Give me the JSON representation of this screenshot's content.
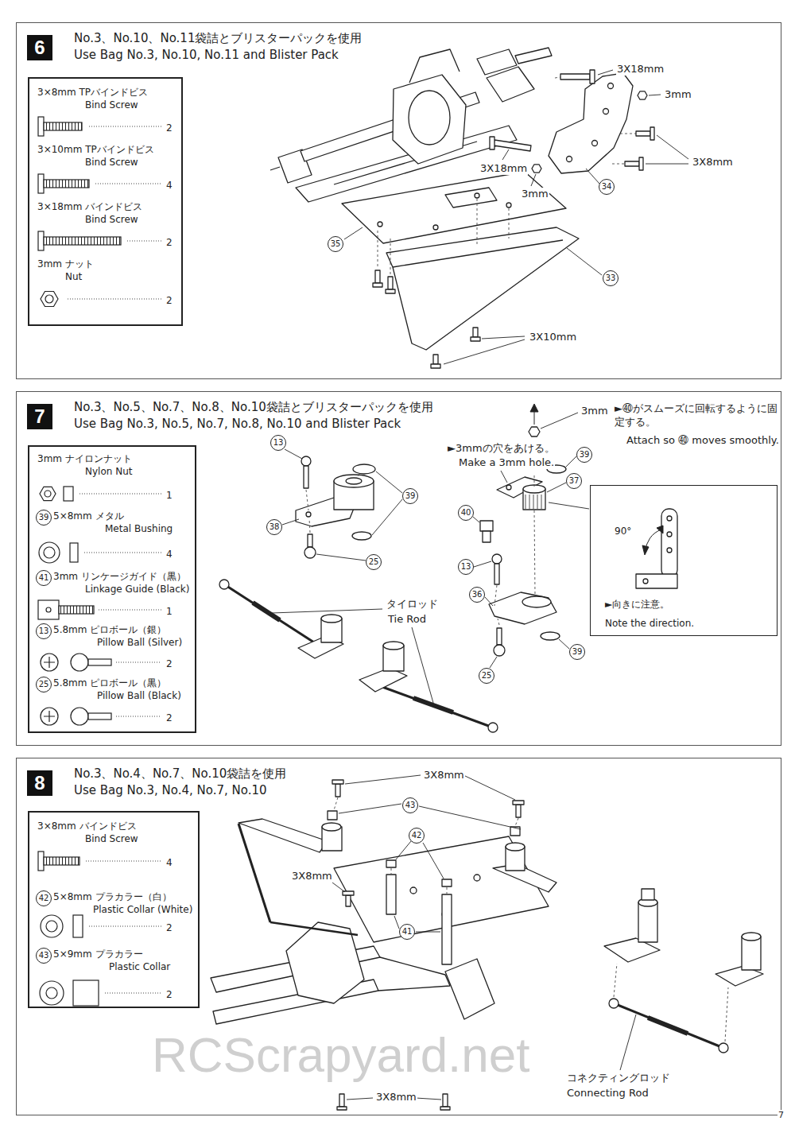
{
  "diagram": {
    "nodes": [
      {
        "text": [
          "No.3、No.10、No.11袋詰とブリスターパックを使用",
          "Use Bag No.3, No.10, No.11 and Blister Pack"
        ]
      },
      {
        "text": [
          "6"
        ],
        "in": 0
      },
      {
        "text": [
          "3×8mm TPバインドビス",
          "Bind Screw",
          "2",
          "3×10mm TPバインドビス",
          "Bind Screw",
          "4",
          "3×18mm バインドビス",
          "Bind Screw",
          "2",
          "3mm ナット",
          "Nut",
          "2"
        ],
        "in": 0
      },
      {
        "text": [
          "No.3、No.5、No.7、No.8、No.10袋詰とブリスターパックを使用",
          "Use Bag No.3, No.5, No.7, No.8, No.10 and Blister Pack"
        ]
      },
      {
        "text": [
          "7"
        ],
        "in": 3
      },
      {
        "text": [
          "3mm ナイロンナット",
          "Nylon Nut",
          "1",
          "39",
          "5×8mm メタル",
          "Metal Bushing",
          "4",
          "41",
          "3mm リンケージガイド（黒）",
          "Linkage Guide (Black)",
          "1",
          "13",
          "5.8mm ピロボール（銀）",
          "Pillow Ball (Silver)",
          "2",
          "25",
          "5.8mm ピロボール（黒）",
          "Pillow Ball (Black)",
          "2"
        ],
        "in": 3
      },
      {
        "text": [
          "90°",
          "►向きに注意。",
          "Note the direction."
        ],
        "in": 3
      },
      {
        "text": [
          "No.3、No.4、No.7、No.10袋詰を使用",
          "Use Bag No.3, No.4, No.7, No.10"
        ]
      },
      {
        "text": [
          "8"
        ],
        "in": 7
      },
      {
        "text": [
          "3×8mm バインドビス",
          "Bind Screw",
          "4",
          "42",
          "5×8mm プラカラー（白）",
          "Plastic Collar (White)",
          "2",
          "43",
          "5×9mm プラカラー",
          "Plastic Collar",
          "2"
        ],
        "in": 7
      }
    ],
    "labels": [
      "3X18mm",
      "3mm",
      "3X8mm",
      "3X18mm",
      "3mm",
      "34",
      "35",
      "33",
      "3X10mm",
      "13",
      "39",
      "38",
      "25",
      "タイロッド",
      "Tie Rod",
      "3mm",
      "►㊵がスムーズに回転するように固定する。",
      "Attach so ㊵ moves smoothly.",
      "►3mmの穴をあける。",
      "Make a 3mm hole.",
      "39",
      "37",
      "40",
      "13",
      "36",
      "39",
      "25",
      "3X8mm",
      "43",
      "42",
      "3X8mm",
      "41",
      "3X8mm",
      "コネクティングロッド",
      "Connecting Rod",
      "RCScrapyard.net",
      "7"
    ]
  }
}
